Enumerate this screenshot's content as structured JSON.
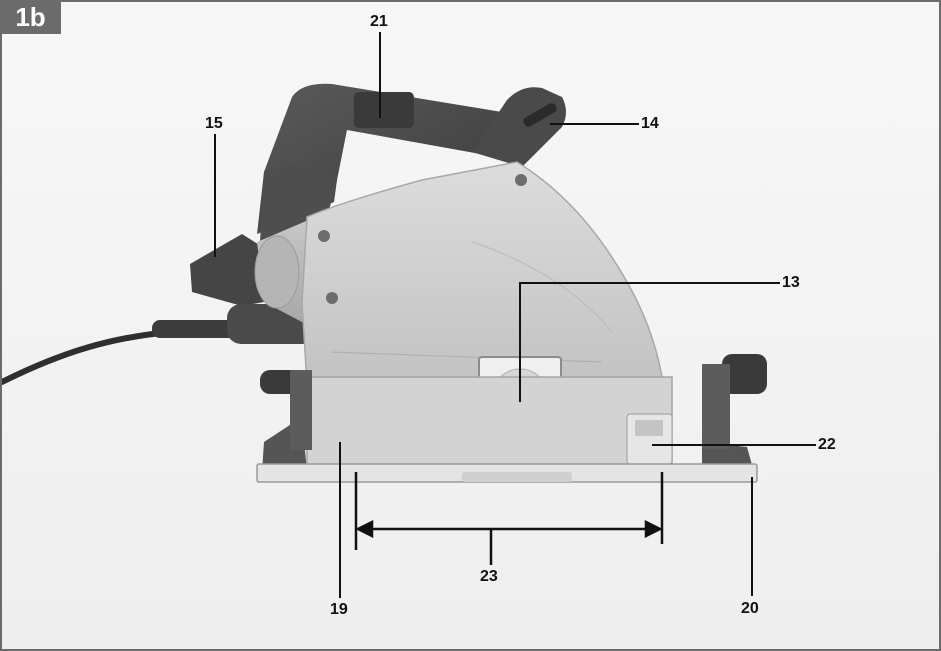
{
  "figure": {
    "label": "1b",
    "subject": "circular-saw-side-view"
  },
  "callouts": {
    "c21": "21",
    "c15": "15",
    "c14": "14",
    "c13": "13",
    "c22": "22",
    "c23": "23",
    "c19": "19",
    "c20": "20"
  },
  "colors": {
    "frame": "#6b6b6b",
    "housing": "#c9c9c9",
    "handle": "#4a4a4a",
    "base": "#dcdcdc",
    "leader": "#111111"
  }
}
